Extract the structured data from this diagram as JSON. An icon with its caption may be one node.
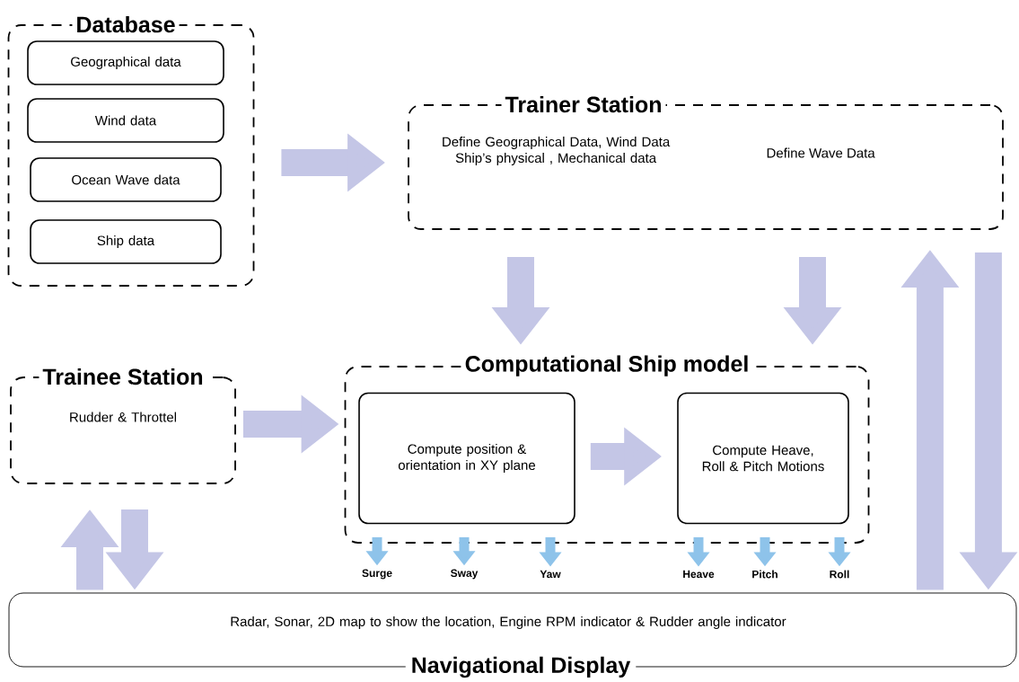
{
  "diagram": {
    "nodes": [
      {
        "text": [
          "Database"
        ]
      },
      {
        "text": [
          "Geographical data"
        ],
        "in": 0
      },
      {
        "text": [
          "Wind data"
        ],
        "in": 0
      },
      {
        "text": [
          "Ocean Wave data"
        ],
        "in": 0
      },
      {
        "text": [
          "Ship data"
        ],
        "in": 0
      },
      {
        "text": [
          "Trainer Station",
          "Define Geographical Data, Wind Data Ship’s physical , Mechanical data",
          "Define Wave Data"
        ]
      },
      {
        "text": [
          "Trainee Station",
          "Rudder & Throttel"
        ]
      },
      {
        "text": [
          "Computational Ship model"
        ]
      },
      {
        "text": [
          "Compute position & orientation in XY plane"
        ],
        "in": 7
      },
      {
        "text": [
          "Compute Heave, Roll & Pitch Motions"
        ],
        "in": 7
      },
      {
        "text": [
          "Radar, Sonar, 2D map to show the location, Engine RPM indicator & Rudder angle indicator",
          "Navigational Display"
        ]
      },
      {
        "text": [
          "Surge"
        ]
      },
      {
        "text": [
          "Sway"
        ]
      },
      {
        "text": [
          "Yaw"
        ]
      },
      {
        "text": [
          "Heave"
        ]
      },
      {
        "text": [
          "Pitch"
        ]
      },
      {
        "text": [
          "Roll"
        ]
      }
    ],
    "edges": [
      {
        "from": 0,
        "to": 5,
        "arrow": "to"
      },
      {
        "from": 5,
        "to": 8,
        "arrow": "to"
      },
      {
        "from": 5,
        "to": 9,
        "arrow": "to"
      },
      {
        "from": 6,
        "to": 7,
        "arrow": "to"
      },
      {
        "from": 8,
        "to": 9,
        "arrow": "to"
      },
      {
        "from": 10,
        "to": 5,
        "arrow": "to"
      },
      {
        "from": 5,
        "to": 10,
        "arrow": "to"
      },
      {
        "from": 10,
        "to": 6,
        "arrow": "to"
      },
      {
        "from": 6,
        "to": 10,
        "arrow": "to"
      },
      {
        "from": 7,
        "to": 11,
        "arrow": "to"
      },
      {
        "from": 7,
        "to": 12,
        "arrow": "to"
      },
      {
        "from": 7,
        "to": 13,
        "arrow": "to"
      },
      {
        "from": 7,
        "to": 14,
        "arrow": "to"
      },
      {
        "from": 7,
        "to": 15,
        "arrow": "to"
      },
      {
        "from": 7,
        "to": 16,
        "arrow": "to"
      }
    ]
  }
}
